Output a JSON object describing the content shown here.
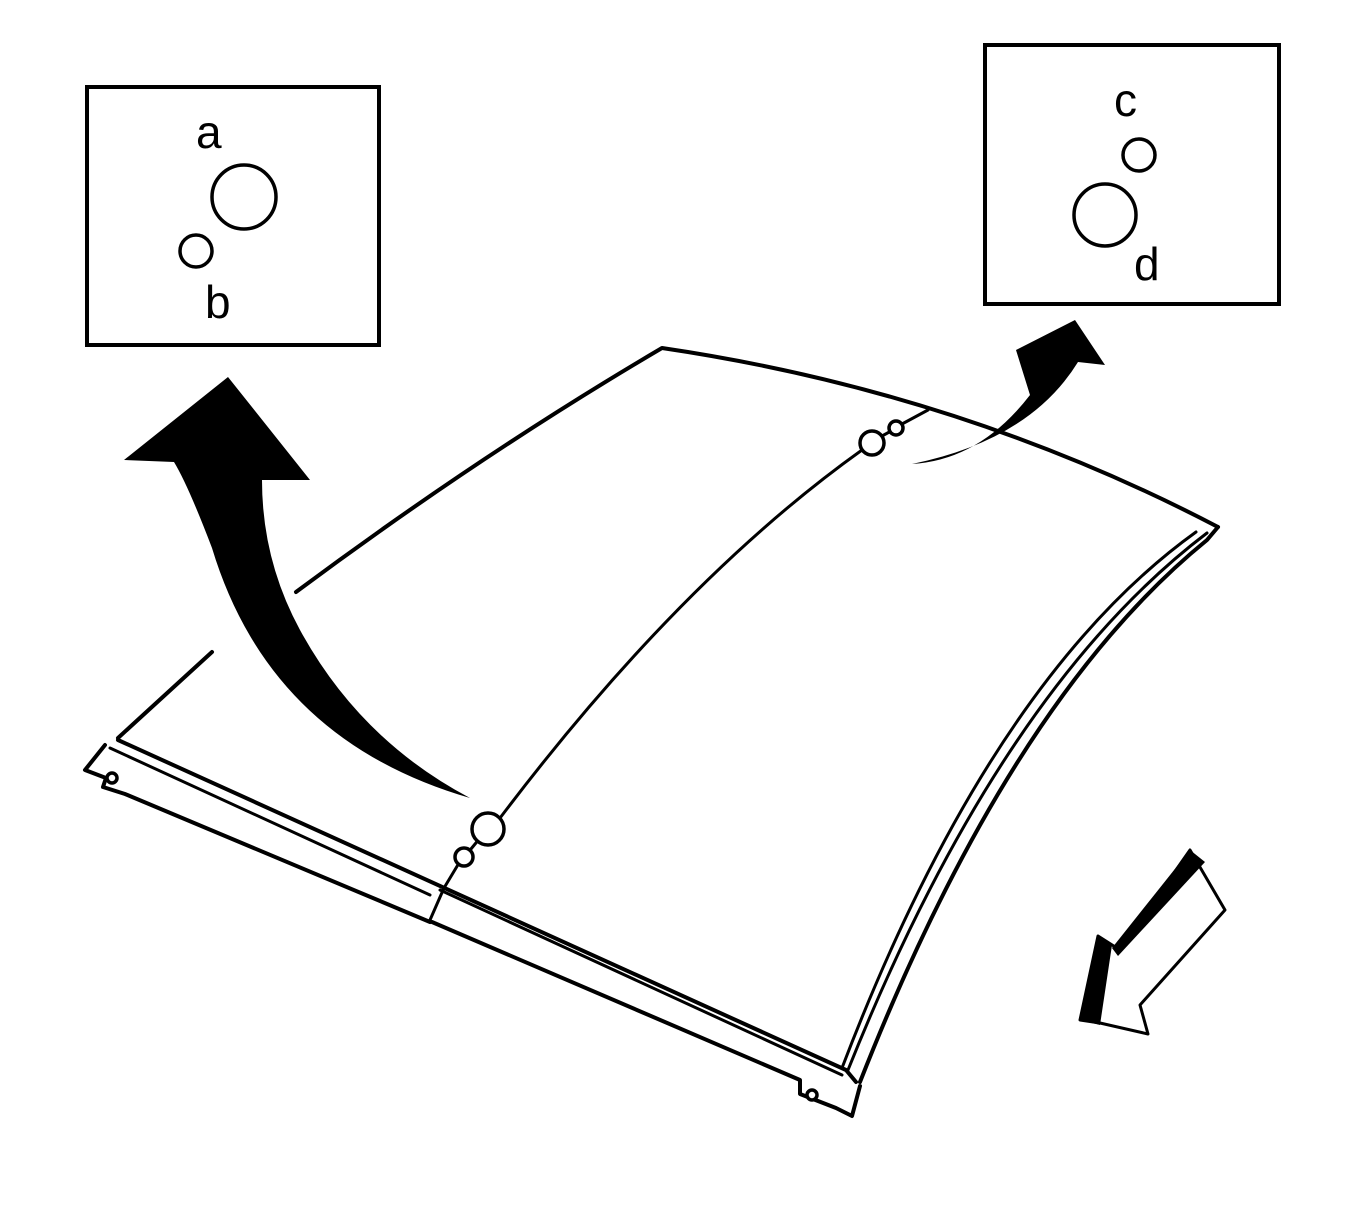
{
  "callouts": {
    "left": {
      "top_label": "a",
      "bottom_label": "b"
    },
    "right": {
      "top_label": "c",
      "bottom_label": "d"
    }
  },
  "icons": {
    "left_arrow": "curved-arrow-up-icon",
    "right_arrow": "curved-arrow-up-right-icon",
    "direction_arrow": "front-direction-arrow-icon"
  },
  "colors": {
    "line": "#000000",
    "background": "#ffffff"
  }
}
